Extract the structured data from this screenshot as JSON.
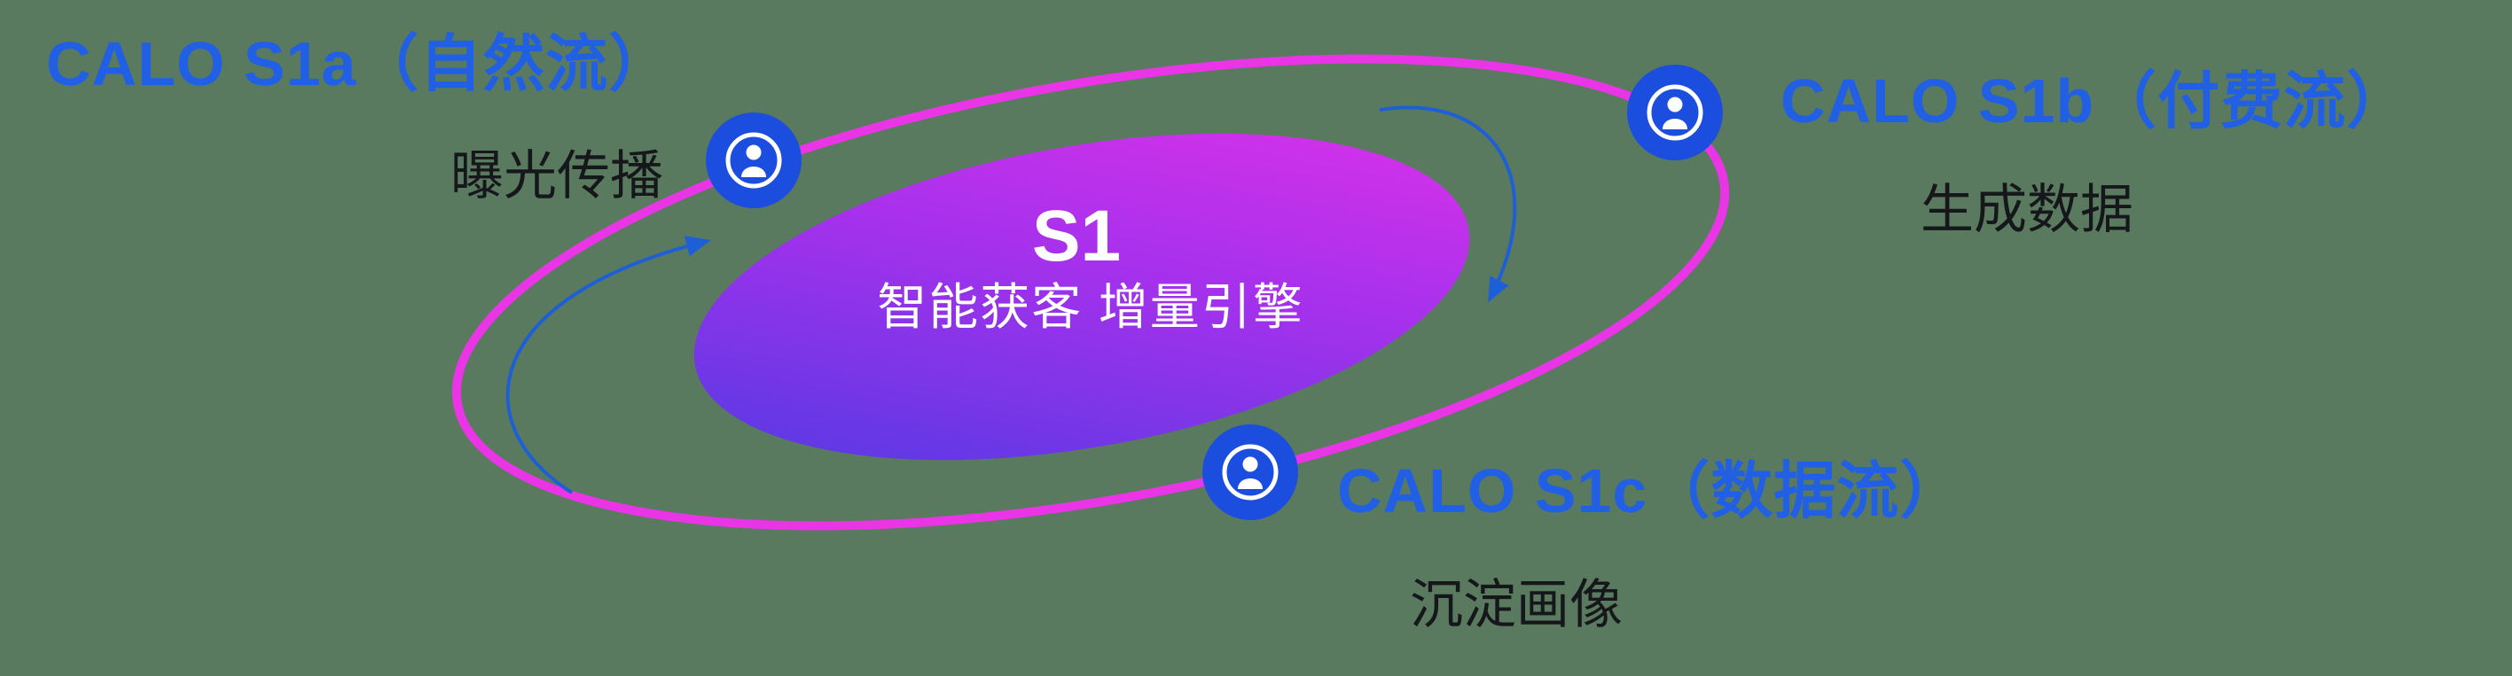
{
  "colors": {
    "background": "#5a7a5f",
    "label_blue": "#2160e4",
    "label_dark": "#15171b",
    "orbit_magenta": "#ea35e6",
    "node_blue": "#1b4ede",
    "node_glyph_white": "#ffffff",
    "arrow_blue": "#1d5fd6",
    "gradient_start": "#4a3be2",
    "gradient_mid": "#a431ec",
    "gradient_end": "#e331e9",
    "center_text": "#ffffff"
  },
  "icons": {
    "node_icon": "user-in-circle-icon",
    "arrow_left": "curved-arrow-up-icon",
    "arrow_right": "curved-arrow-down-icon"
  },
  "center": {
    "title": "S1",
    "subtitle": "智能获客  增量引擎"
  },
  "nodes": [
    {
      "id": "s1a",
      "title": "CALO S1a（自然流）",
      "subtitle": "曝光传播"
    },
    {
      "id": "s1b",
      "title": "CALO S1b（付费流）",
      "subtitle": "生成数据"
    },
    {
      "id": "s1c",
      "title": "CALO S1c（数据流）",
      "subtitle": "沉淀画像"
    }
  ]
}
